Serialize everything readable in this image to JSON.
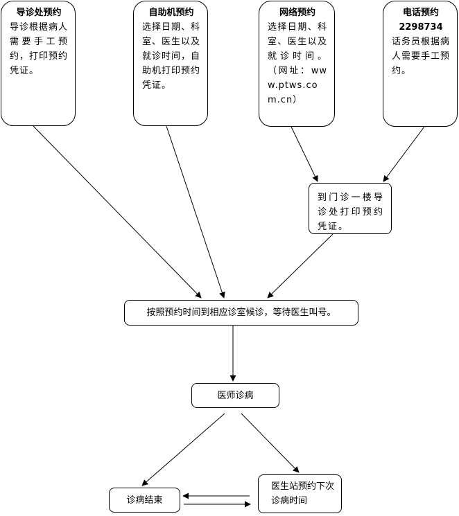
{
  "nodes": {
    "guide_desk": {
      "title": "导诊处预约",
      "body": "导诊根据病人需要手工预约，打印预约凭证。"
    },
    "self_service": {
      "title": "自助机预约",
      "body": "选择日期、科室、医生以及就诊时间，自助机打印预约凭证。"
    },
    "online": {
      "title": "网络预约",
      "body": "选择日期、科室、医生以及就诊时间。（网址：www.ptws.com.cn）"
    },
    "phone": {
      "title": "电话预约",
      "number": "2298734",
      "body": "话务员根据病人需要手工预约。"
    },
    "print_voucher": {
      "text": "到门诊一楼导诊处打印预约凭证。"
    },
    "wait": {
      "text": "按照预约时间到相应诊室候诊，等待医生叫号。"
    },
    "doctor": {
      "text": "医师诊病"
    },
    "end": {
      "text": "诊病结束"
    },
    "next": {
      "text": "医生站预约下次诊病时间"
    }
  }
}
